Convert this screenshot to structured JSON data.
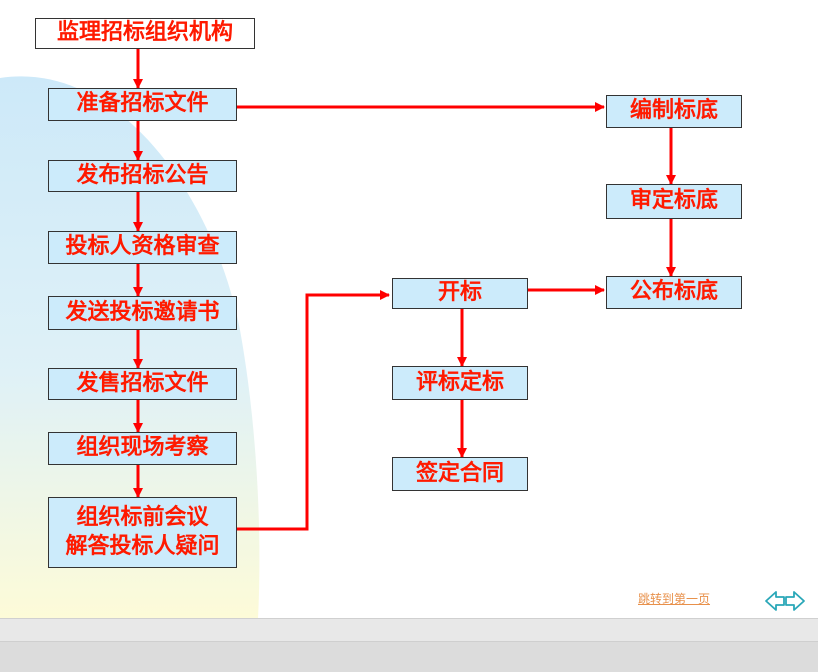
{
  "nodes": {
    "n1": "监理招标组织机构",
    "n2": "准备招标文件",
    "n3": "发布招标公告",
    "n4": "投标人资格审查",
    "n5": "发送投标邀请书",
    "n6": "发售招标文件",
    "n7": "组织现场考察",
    "n8_line1": "组织标前会议",
    "n8_line2": "解答投标人疑问",
    "m1": "开标",
    "m2": "评标定标",
    "m3": "签定合同",
    "r1": "编制标底",
    "r2": "审定标底",
    "r3": "公布标底"
  },
  "footer": {
    "jump_link": "跳转到第一页"
  },
  "icons": {
    "prev": "prev-arrow-icon",
    "next": "next-arrow-icon"
  },
  "colors": {
    "box_fill": "#ccebfb",
    "text": "#ff1a00",
    "arrow": "#ff0000"
  }
}
